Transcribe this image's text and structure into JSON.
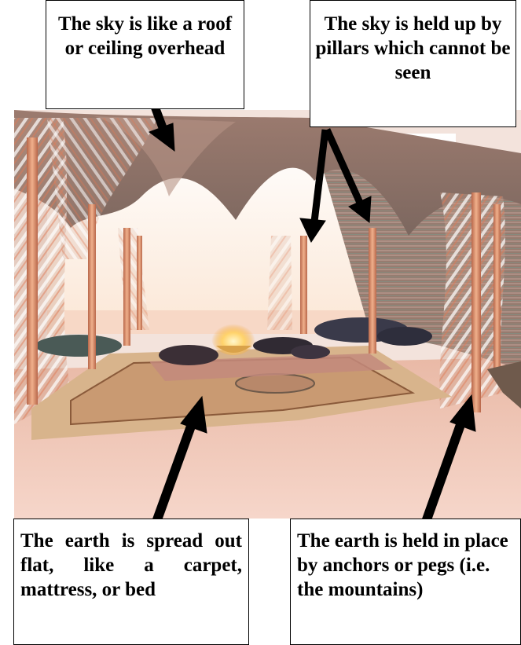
{
  "callouts": {
    "sky_roof": "The sky is like a roof or ceiling overhead",
    "sky_pillars": "The sky is held up by pillars which cannot be seen",
    "earth_carpet": "The earth is spread out flat, like a carpet, mattress, or bed",
    "earth_pegs": "The earth is held in place by anchors or pegs (i.e. the mountains)"
  },
  "colors": {
    "arrow": "#000000",
    "box_border": "#000000",
    "sky": "#fdf3ea",
    "sand": "#f0c7b9",
    "tent_fabric": "#8a7268",
    "pole": "#d98e6a",
    "carpet": "#d6b48c"
  }
}
